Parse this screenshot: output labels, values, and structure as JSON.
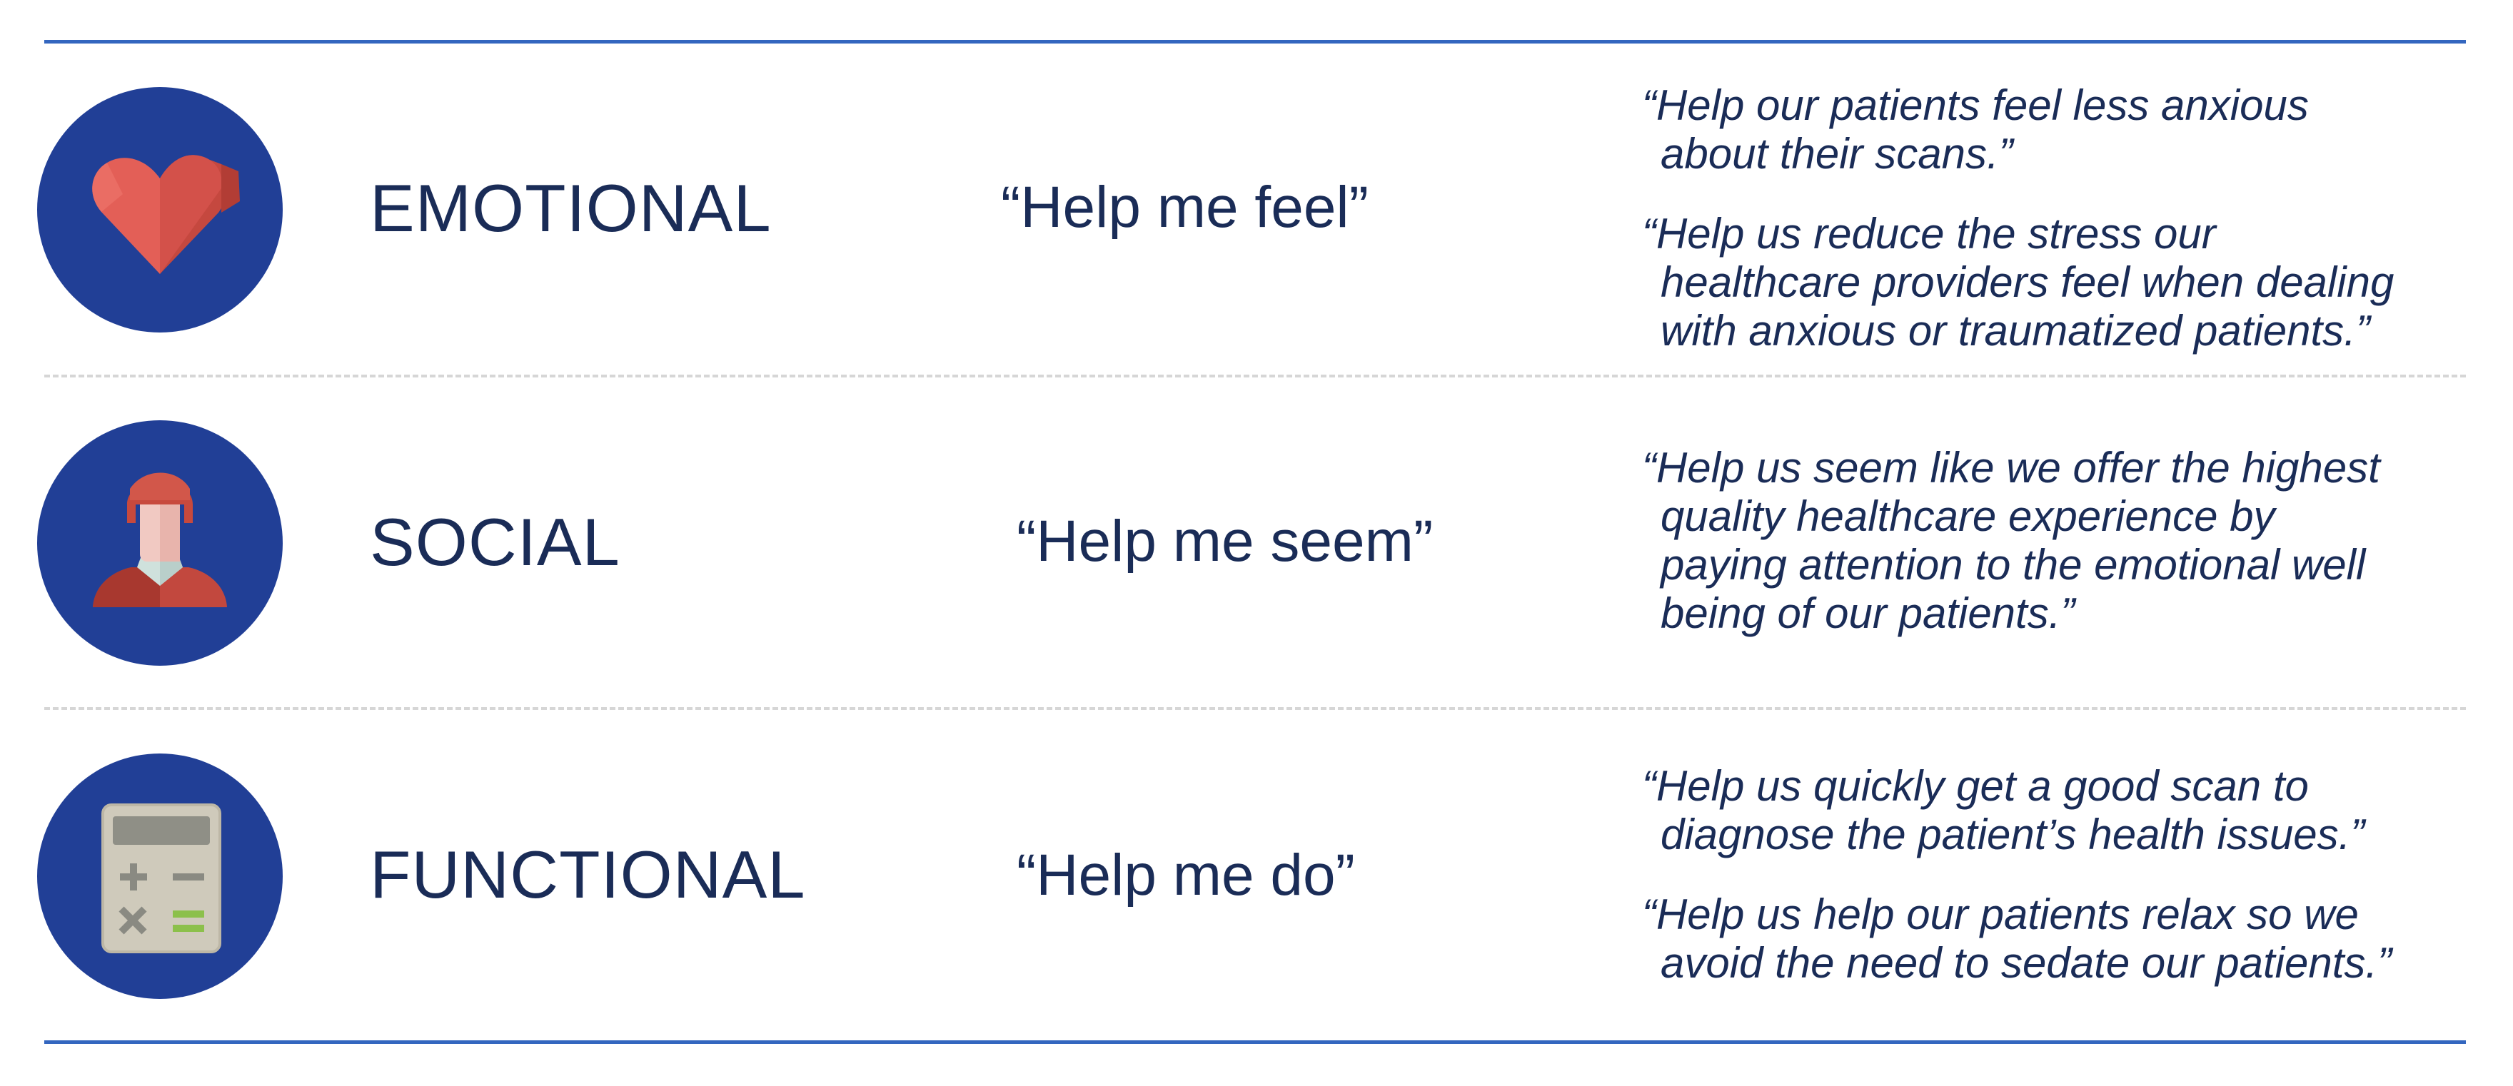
{
  "rows": [
    {
      "category": "EMOTIONAL",
      "tagline": "“Help me feel”",
      "icon": "heart-icon",
      "quotes": [
        "“Help our patients feel less anxious\nabout their scans.”",
        "“Help us reduce the stress our\nhealthcare providers feel when dealing\nwith anxious or traumatized patients.”"
      ]
    },
    {
      "category": "SOCIAL",
      "tagline": "“Help me seem”",
      "icon": "person-icon",
      "quotes": [
        "“Help us seem like we offer the highest\nquality healthcare experience by\npaying attention to the emotional well\nbeing of our patients.”"
      ]
    },
    {
      "category": "FUNCTIONAL",
      "tagline": "“Help me do”",
      "icon": "calculator-icon",
      "quotes": [
        "“Help us quickly get a good scan to\ndiagnose the patient’s health issues.”",
        "“Help us help our patients relax so we\navoid the need to sedate our patients.”"
      ]
    }
  ],
  "colors": {
    "circle": "#213f96",
    "text": "#1a2c57",
    "rule": "#3366bf",
    "divider": "#d6d6d6"
  }
}
